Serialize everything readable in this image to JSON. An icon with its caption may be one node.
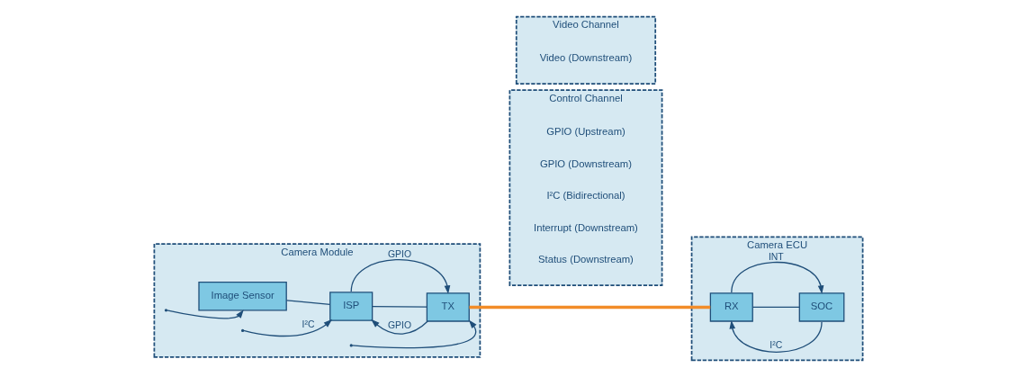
{
  "diagram": {
    "nodes": [
      {
        "text": [
          "Camera Module"
        ]
      },
      {
        "text": [
          "Image Sensor"
        ],
        "in": 0
      },
      {
        "text": [
          "ISP"
        ],
        "in": 0
      },
      {
        "text": [
          "TX"
        ],
        "in": 0
      },
      {
        "text": [
          "Video Channel"
        ]
      },
      {
        "text": [
          "Control Channel"
        ]
      },
      {
        "text": [
          "Camera ECU"
        ]
      },
      {
        "text": [
          "RX"
        ],
        "in": 6
      },
      {
        "text": [
          "SOC"
        ],
        "in": 6
      }
    ],
    "edges": [
      {
        "from": 1,
        "to": 2,
        "arrow": "none"
      },
      {
        "from": 2,
        "to": 3,
        "arrow": "none"
      },
      {
        "from": 2,
        "to": 3,
        "arrow": "to",
        "label": "GPIO"
      },
      {
        "from": 3,
        "to": 2,
        "arrow": "to",
        "label": "GPIO"
      },
      {
        "from": null,
        "to": 1,
        "arrow": "to"
      },
      {
        "from": null,
        "to": 2,
        "arrow": "to",
        "label": "I²C"
      },
      {
        "from": null,
        "to": 3,
        "arrow": "to"
      },
      {
        "from": 3,
        "to": 7,
        "arrow": "none",
        "style": "thick",
        "color": "#f28c28"
      },
      {
        "from": 7,
        "to": 8,
        "arrow": "to",
        "label": "INT"
      },
      {
        "from": 7,
        "to": 8,
        "arrow": "none"
      },
      {
        "from": 8,
        "to": 7,
        "arrow": "to",
        "label": "I²C"
      }
    ],
    "labels": [
      "Video (Downstream)",
      "GPIO (Upstream)",
      "GPIO (Downstream)",
      "I²C (Bidirectional)",
      "Interrupt (Downstream)",
      "Status (Downstream)"
    ]
  }
}
